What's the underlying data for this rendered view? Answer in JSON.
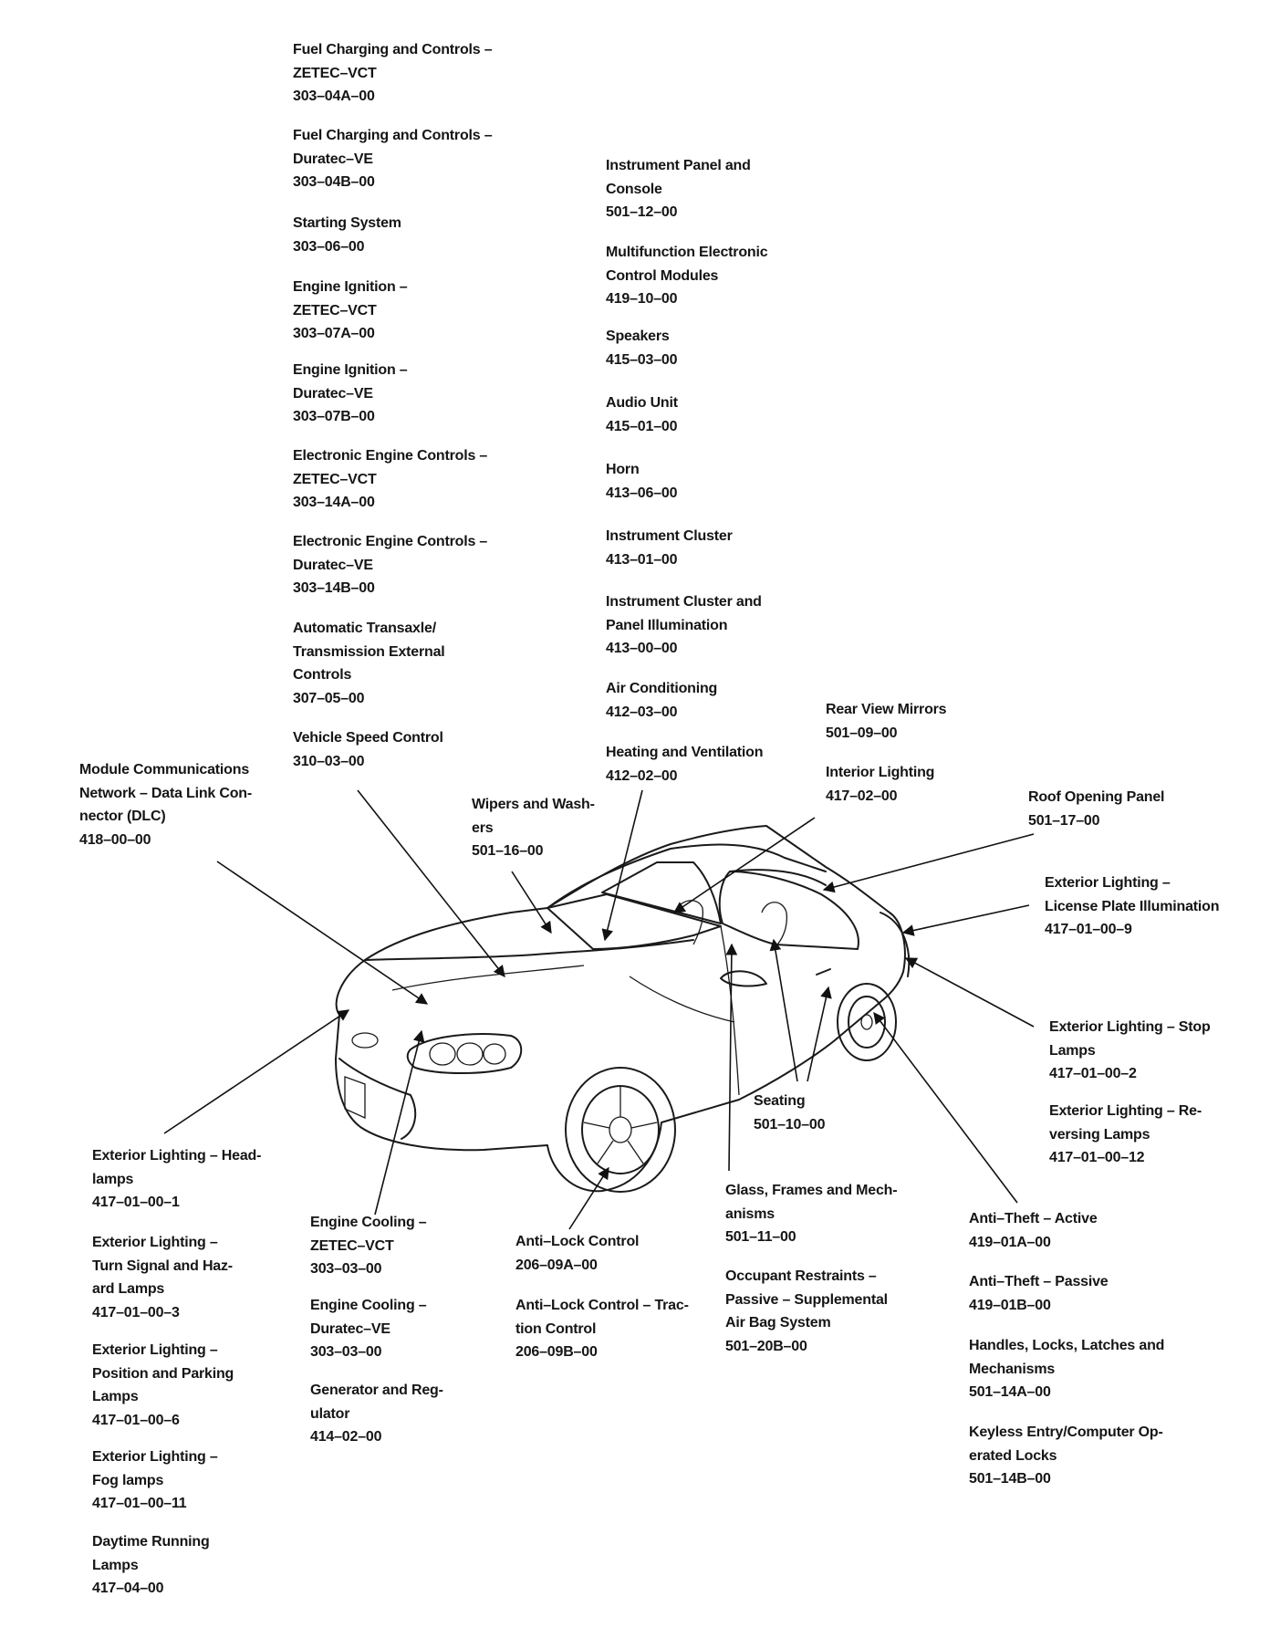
{
  "labels": [
    {
      "id": "fuel-charging-zetec",
      "lines": [
        "Fuel Charging and Controls –",
        "ZETEC–VCT"
      ],
      "code": "303–04A–00"
    },
    {
      "id": "fuel-charging-duratec",
      "lines": [
        "Fuel Charging and Controls –",
        "Duratec–VE"
      ],
      "code": "303–04B–00"
    },
    {
      "id": "starting-system",
      "lines": [
        "Starting System"
      ],
      "code": "303–06–00"
    },
    {
      "id": "engine-ignition-zetec",
      "lines": [
        "Engine Ignition –",
        "ZETEC–VCT"
      ],
      "code": "303–07A–00"
    },
    {
      "id": "engine-ignition-duratec",
      "lines": [
        "Engine Ignition –",
        "Duratec–VE"
      ],
      "code": "303–07B–00"
    },
    {
      "id": "electronic-engine-controls-zetec",
      "lines": [
        "Electronic Engine Controls –",
        "ZETEC–VCT"
      ],
      "code": "303–14A–00"
    },
    {
      "id": "electronic-engine-controls-duratec",
      "lines": [
        "Electronic Engine Controls –",
        "Duratec–VE"
      ],
      "code": "303–14B–00"
    },
    {
      "id": "automatic-transaxle",
      "lines": [
        "Automatic Transaxle/",
        "Transmission External",
        "Controls"
      ],
      "code": "307–05–00"
    },
    {
      "id": "vehicle-speed-control",
      "lines": [
        "Vehicle Speed Control"
      ],
      "code": "310–03–00"
    },
    {
      "id": "instrument-panel-console",
      "lines": [
        "Instrument Panel and",
        "Console"
      ],
      "code": "501–12–00"
    },
    {
      "id": "multifunction-modules",
      "lines": [
        "Multifunction Electronic",
        "Control Modules"
      ],
      "code": "419–10–00"
    },
    {
      "id": "speakers",
      "lines": [
        "Speakers"
      ],
      "code": "415–03–00"
    },
    {
      "id": "audio-unit",
      "lines": [
        "Audio Unit"
      ],
      "code": "415–01–00"
    },
    {
      "id": "horn",
      "lines": [
        "Horn"
      ],
      "code": "413–06–00"
    },
    {
      "id": "instrument-cluster",
      "lines": [
        "Instrument Cluster"
      ],
      "code": "413–01–00"
    },
    {
      "id": "instrument-cluster-illumination",
      "lines": [
        "Instrument Cluster and",
        "Panel Illumination"
      ],
      "code": "413–00–00"
    },
    {
      "id": "air-conditioning",
      "lines": [
        "Air Conditioning"
      ],
      "code": "412–03–00"
    },
    {
      "id": "heating-ventilation",
      "lines": [
        "Heating and Ventilation"
      ],
      "code": "412–02–00"
    },
    {
      "id": "rear-view-mirrors",
      "lines": [
        "Rear View Mirrors"
      ],
      "code": "501–09–00"
    },
    {
      "id": "interior-lighting",
      "lines": [
        "Interior Lighting"
      ],
      "code": "417–02–00"
    },
    {
      "id": "module-communications",
      "lines": [
        "Module Communications",
        "Network – Data Link Con-",
        "nector (DLC)"
      ],
      "code": "418–00–00"
    },
    {
      "id": "wipers-washers",
      "lines": [
        "Wipers and Wash-",
        "ers"
      ],
      "code": "501–16–00"
    },
    {
      "id": "roof-opening-panel",
      "lines": [
        "Roof Opening Panel"
      ],
      "code": "501–17–00"
    },
    {
      "id": "license-plate-illumination",
      "lines": [
        "Exterior Lighting –",
        "License Plate Illumination"
      ],
      "code": "417–01–00–9"
    },
    {
      "id": "stop-lamps",
      "lines": [
        "Exterior Lighting – Stop",
        "Lamps"
      ],
      "code": "417–01–00–2"
    },
    {
      "id": "reversing-lamps",
      "lines": [
        "Exterior Lighting – Re-",
        "versing Lamps"
      ],
      "code": "417–01–00–12"
    },
    {
      "id": "seating",
      "lines": [
        "Seating"
      ],
      "code": "501–10–00"
    },
    {
      "id": "headlamps",
      "lines": [
        "Exterior Lighting – Head-",
        "lamps"
      ],
      "code": "417–01–00–1"
    },
    {
      "id": "turn-signal-hazard",
      "lines": [
        "Exterior Lighting –",
        "Turn Signal and Haz-",
        "ard Lamps"
      ],
      "code": "417–01–00–3"
    },
    {
      "id": "position-parking",
      "lines": [
        "Exterior Lighting –",
        "Position and Parking",
        "Lamps"
      ],
      "code": "417–01–00–6"
    },
    {
      "id": "fog-lamps",
      "lines": [
        "Exterior Lighting –",
        "Fog lamps"
      ],
      "code": "417–01–00–11"
    },
    {
      "id": "daytime-running-lamps",
      "lines": [
        "Daytime Running",
        "Lamps"
      ],
      "code": "417–04–00"
    },
    {
      "id": "engine-cooling-zetec",
      "lines": [
        "Engine Cooling –",
        "ZETEC–VCT"
      ],
      "code": "303–03–00"
    },
    {
      "id": "engine-cooling-duratec",
      "lines": [
        "Engine Cooling –",
        "Duratec–VE"
      ],
      "code": "303–03–00"
    },
    {
      "id": "generator-regulator",
      "lines": [
        "Generator and Reg-",
        "ulator"
      ],
      "code": "414–02–00"
    },
    {
      "id": "anti-lock-control",
      "lines": [
        "Anti–Lock Control"
      ],
      "code": "206–09A–00"
    },
    {
      "id": "anti-lock-traction",
      "lines": [
        "Anti–Lock Control – Trac-",
        "tion Control"
      ],
      "code": "206–09B–00"
    },
    {
      "id": "glass-frames",
      "lines": [
        "Glass, Frames and Mech-",
        "anisms"
      ],
      "code": "501–11–00"
    },
    {
      "id": "occupant-restraints",
      "lines": [
        "Occupant Restraints –",
        "Passive – Supplemental",
        "Air Bag System"
      ],
      "code": "501–20B–00"
    },
    {
      "id": "anti-theft-active",
      "lines": [
        "Anti–Theft – Active"
      ],
      "code": "419–01A–00"
    },
    {
      "id": "anti-theft-passive",
      "lines": [
        "Anti–Theft – Passive"
      ],
      "code": "419–01B–00"
    },
    {
      "id": "handles-locks",
      "lines": [
        "Handles, Locks, Latches and",
        "Mechanisms"
      ],
      "code": "501–14A–00"
    },
    {
      "id": "keyless-entry",
      "lines": [
        "Keyless Entry/Computer Op-",
        "erated Locks"
      ],
      "code": "501–14B–00"
    }
  ]
}
